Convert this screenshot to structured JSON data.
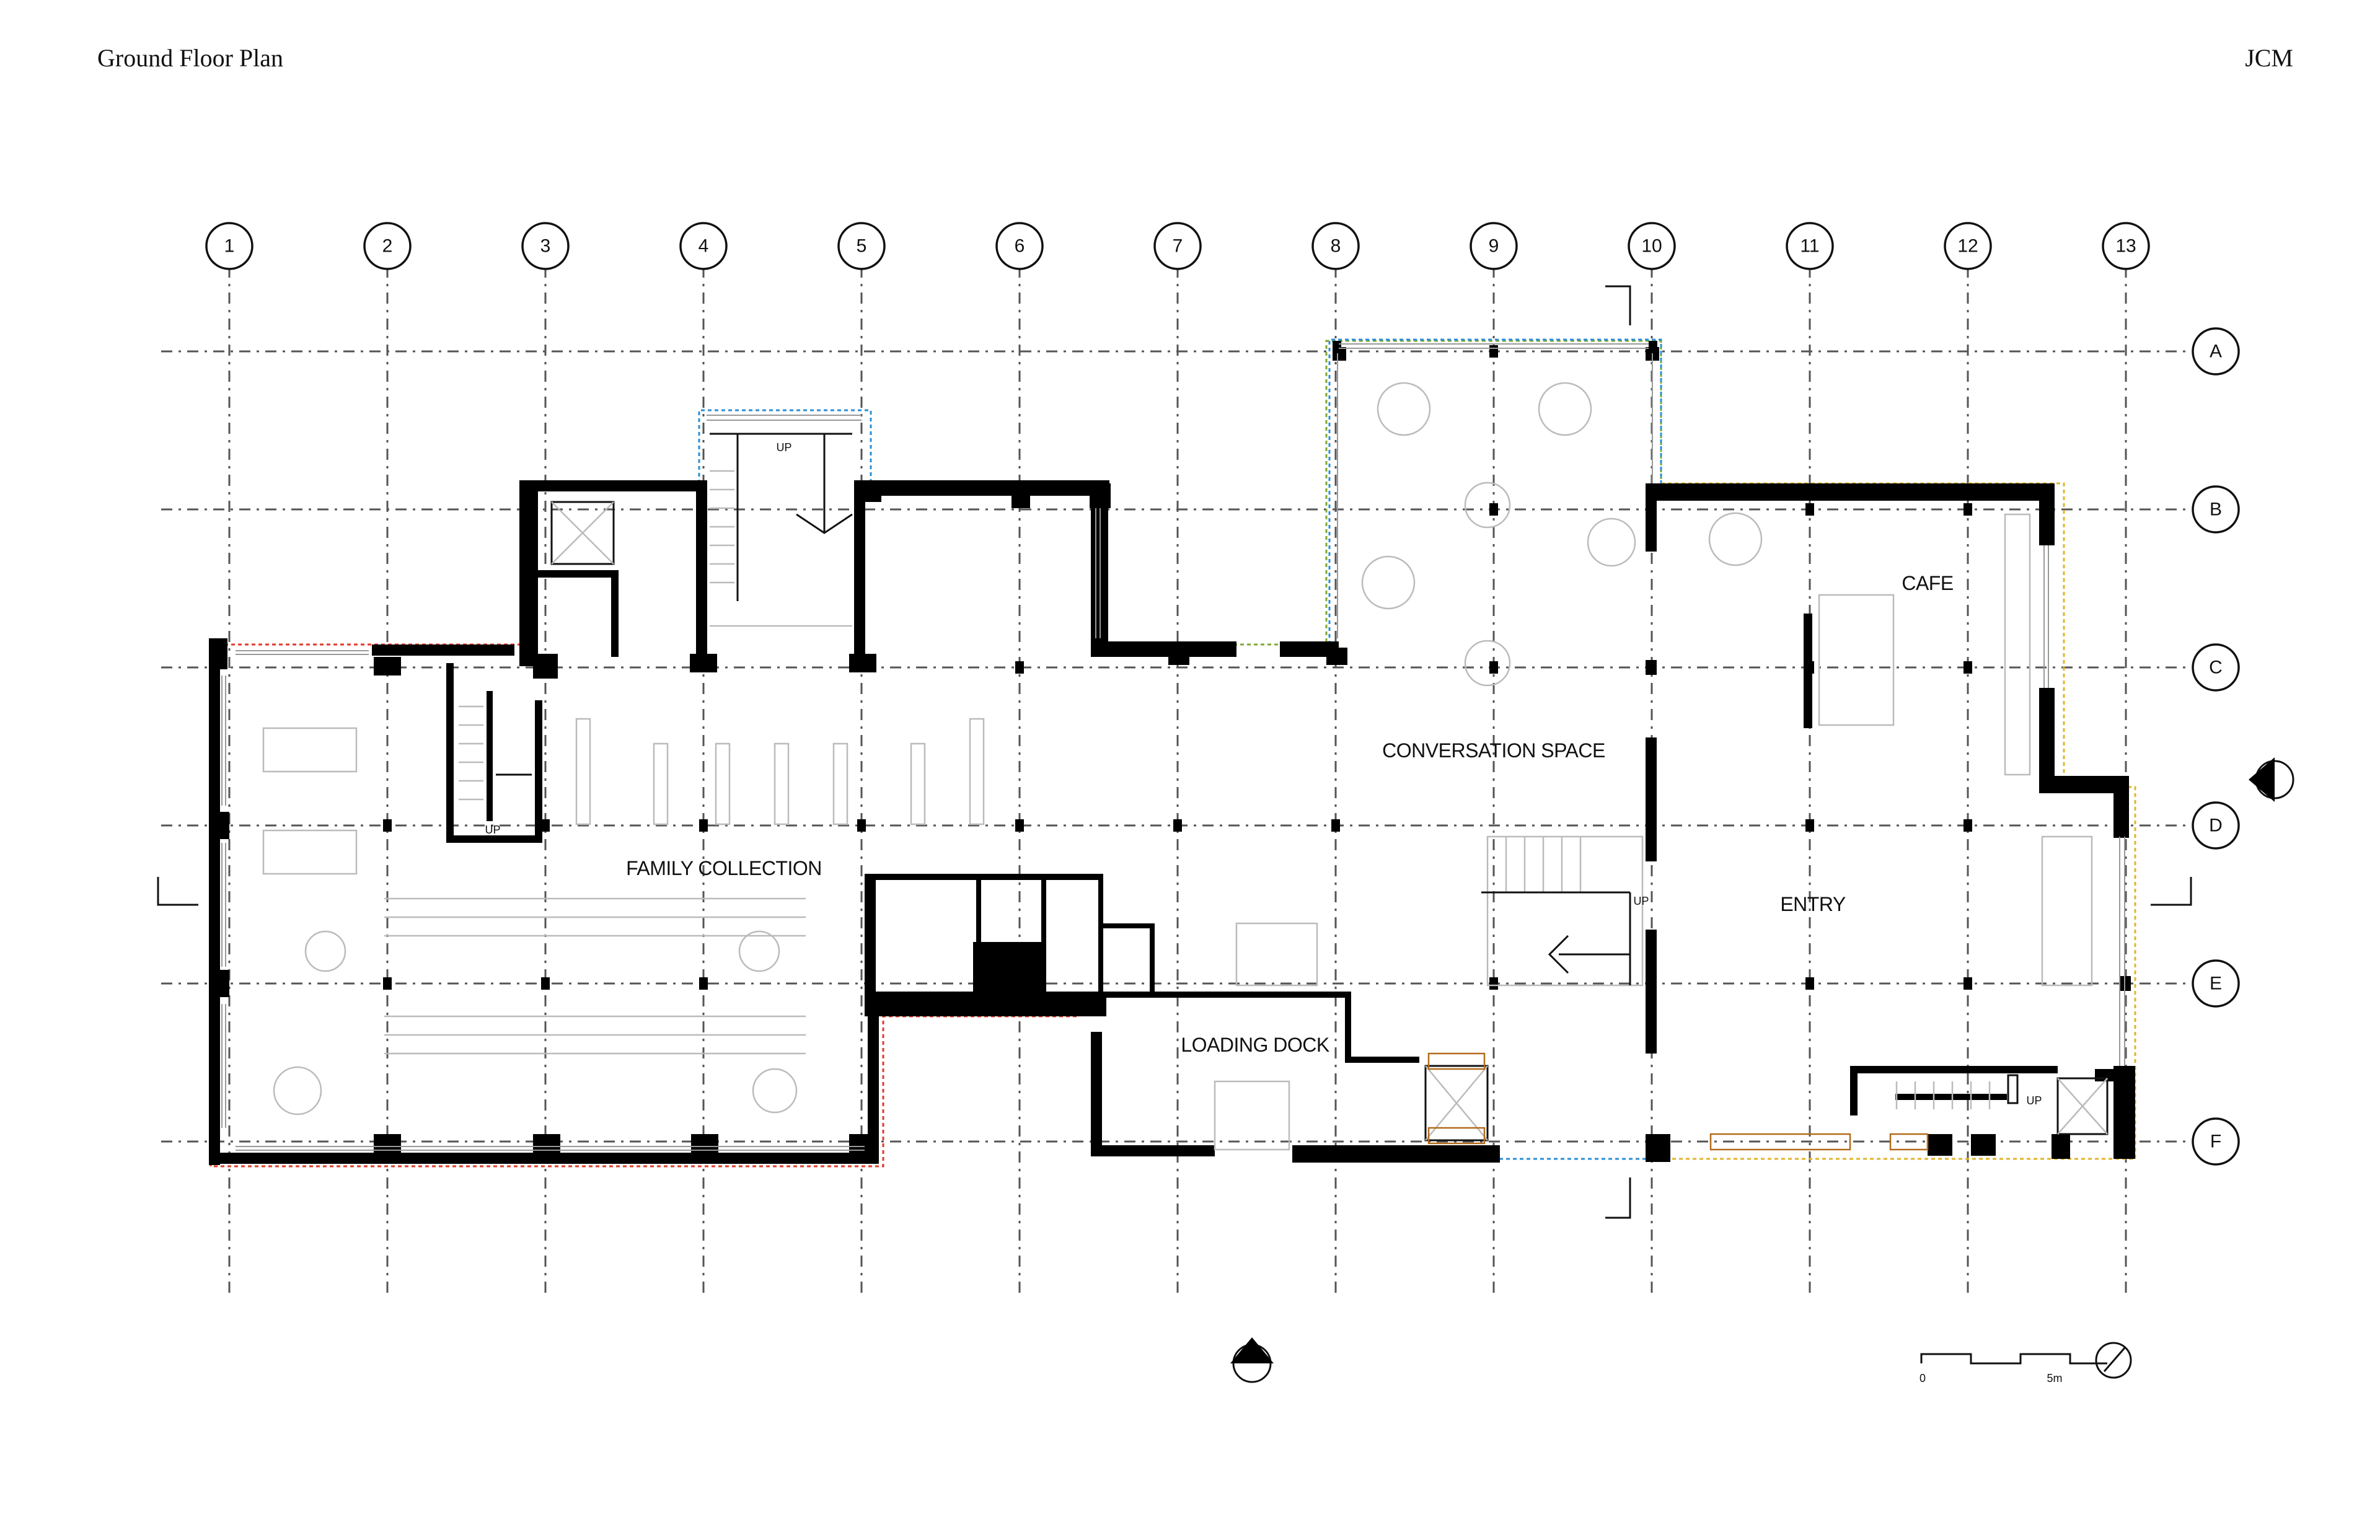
{
  "header": {
    "title": "Ground Floor Plan",
    "mark": "JCM"
  },
  "grid": {
    "columns": [
      "1",
      "2",
      "3",
      "4",
      "5",
      "6",
      "7",
      "8",
      "9",
      "10",
      "11",
      "12",
      "13"
    ],
    "rows": [
      "A",
      "B",
      "C",
      "D",
      "E",
      "F"
    ]
  },
  "rooms": {
    "cafe": "CAFE",
    "conversation": "CONVERSATION SPACE",
    "family": "FAMILY COLLECTION",
    "entry": "ENTRY",
    "loading": "LOADING DOCK"
  },
  "stairs": {
    "up": "UP"
  },
  "scale_bar": {
    "start": "0",
    "end": "5m"
  }
}
